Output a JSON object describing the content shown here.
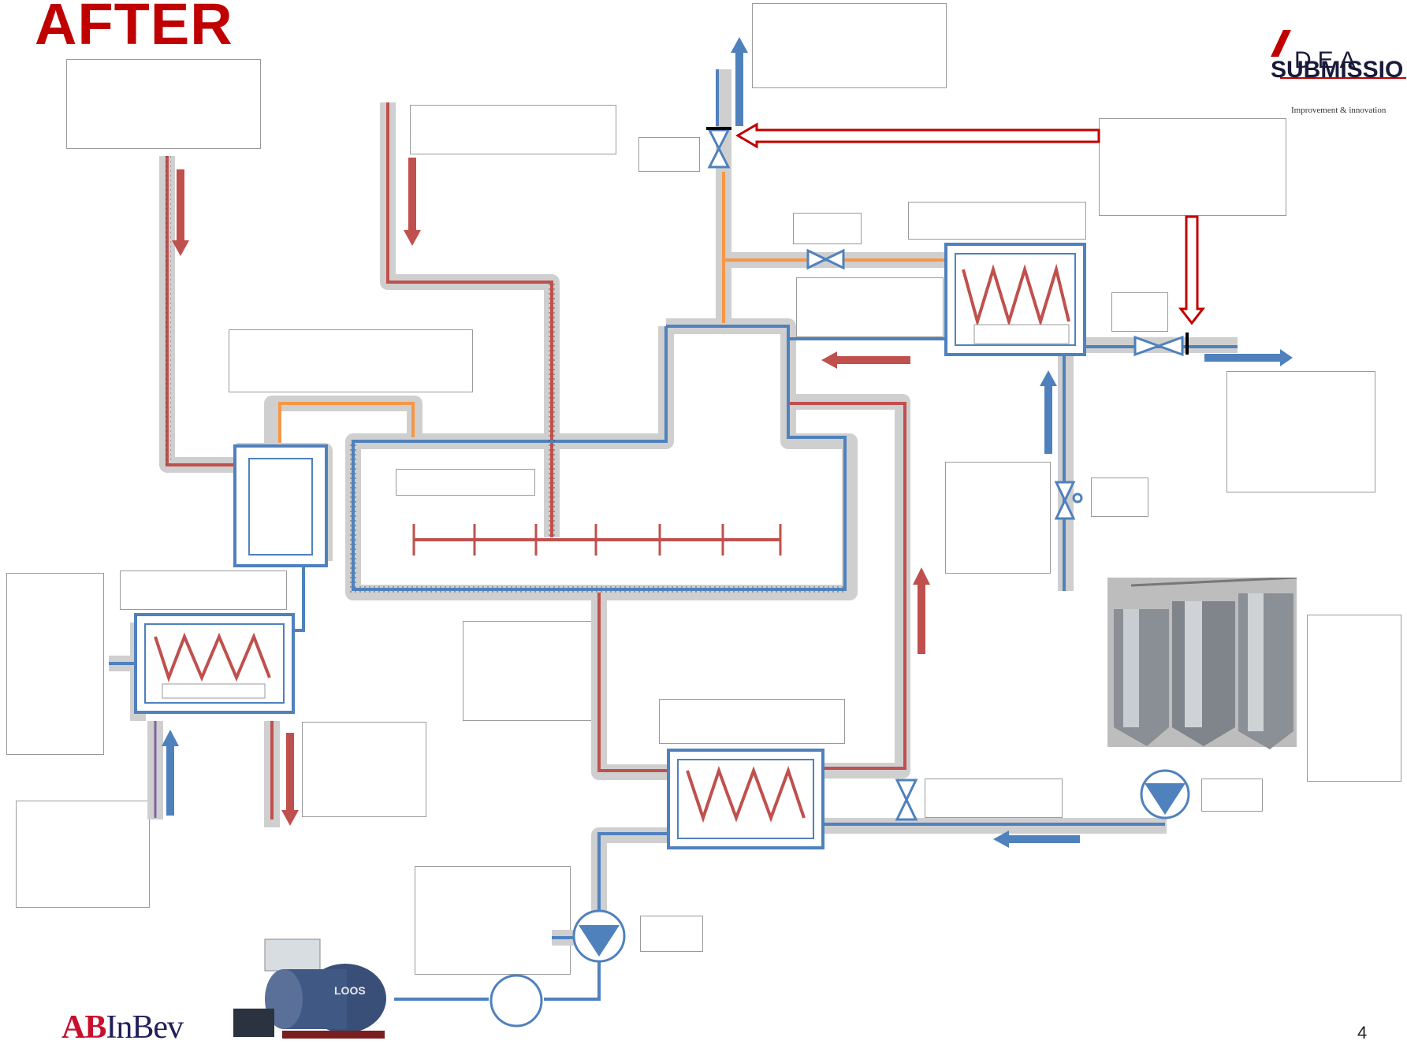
{
  "slide": {
    "title": "AFTER",
    "page_number": "4"
  },
  "logos": {
    "company": {
      "ab": "AB",
      "inbev": "InBev"
    },
    "idea": {
      "word": "DEA",
      "sub": "SUBMISSIO",
      "tagline": "Improvement & innovation"
    }
  },
  "colors": {
    "hot": "#c0504d",
    "cold": "#4f81bd",
    "orange": "#f79646",
    "purple": "#8064a2",
    "outline_arrow": "#c00000"
  },
  "photos": {
    "boiler": "boiler-photo",
    "tanks": "storage-tanks-photo"
  }
}
